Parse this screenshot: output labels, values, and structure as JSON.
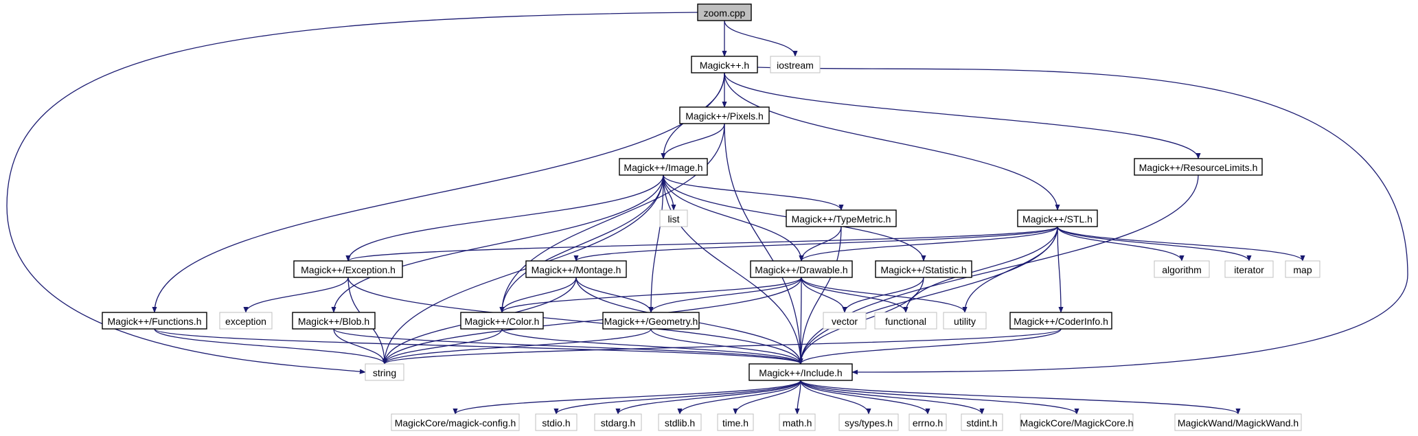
{
  "colors": {
    "edge": "#191970",
    "internal_border": "#000000",
    "external_border": "#bfbfbf",
    "root_fill": "#bfbfbf",
    "node_fill": "#ffffff"
  },
  "nodes": [
    {
      "id": "zoom",
      "label": "zoom.cpp",
      "kind": "root"
    },
    {
      "id": "magick",
      "label": "Magick++.h",
      "kind": "internal"
    },
    {
      "id": "iostream",
      "label": "iostream",
      "kind": "external"
    },
    {
      "id": "pixels",
      "label": "Magick++/Pixels.h",
      "kind": "internal"
    },
    {
      "id": "image",
      "label": "Magick++/Image.h",
      "kind": "internal"
    },
    {
      "id": "reslimits",
      "label": "Magick++/ResourceLimits.h",
      "kind": "internal"
    },
    {
      "id": "list",
      "label": "list",
      "kind": "external"
    },
    {
      "id": "typemetric",
      "label": "Magick++/TypeMetric.h",
      "kind": "internal"
    },
    {
      "id": "stl",
      "label": "Magick++/STL.h",
      "kind": "internal"
    },
    {
      "id": "exception",
      "label": "Magick++/Exception.h",
      "kind": "internal"
    },
    {
      "id": "montage",
      "label": "Magick++/Montage.h",
      "kind": "internal"
    },
    {
      "id": "drawable",
      "label": "Magick++/Drawable.h",
      "kind": "internal"
    },
    {
      "id": "statistic",
      "label": "Magick++/Statistic.h",
      "kind": "internal"
    },
    {
      "id": "algorithm",
      "label": "algorithm",
      "kind": "external"
    },
    {
      "id": "iterator",
      "label": "iterator",
      "kind": "external"
    },
    {
      "id": "map",
      "label": "map",
      "kind": "external"
    },
    {
      "id": "functions",
      "label": "Magick++/Functions.h",
      "kind": "internal"
    },
    {
      "id": "exceptionstd",
      "label": "exception",
      "kind": "external"
    },
    {
      "id": "blob",
      "label": "Magick++/Blob.h",
      "kind": "internal"
    },
    {
      "id": "color",
      "label": "Magick++/Color.h",
      "kind": "internal"
    },
    {
      "id": "geometry",
      "label": "Magick++/Geometry.h",
      "kind": "internal"
    },
    {
      "id": "vector",
      "label": "vector",
      "kind": "external"
    },
    {
      "id": "functional",
      "label": "functional",
      "kind": "external"
    },
    {
      "id": "utility",
      "label": "utility",
      "kind": "external"
    },
    {
      "id": "coderinfo",
      "label": "Magick++/CoderInfo.h",
      "kind": "internal"
    },
    {
      "id": "string",
      "label": "string",
      "kind": "external"
    },
    {
      "id": "include",
      "label": "Magick++/Include.h",
      "kind": "internal"
    },
    {
      "id": "mconfig",
      "label": "MagickCore/magick-config.h",
      "kind": "external"
    },
    {
      "id": "stdio",
      "label": "stdio.h",
      "kind": "external"
    },
    {
      "id": "stdarg",
      "label": "stdarg.h",
      "kind": "external"
    },
    {
      "id": "stdlib",
      "label": "stdlib.h",
      "kind": "external"
    },
    {
      "id": "time",
      "label": "time.h",
      "kind": "external"
    },
    {
      "id": "math",
      "label": "math.h",
      "kind": "external"
    },
    {
      "id": "systypes",
      "label": "sys/types.h",
      "kind": "external"
    },
    {
      "id": "errno",
      "label": "errno.h",
      "kind": "external"
    },
    {
      "id": "stdint",
      "label": "stdint.h",
      "kind": "external"
    },
    {
      "id": "magickcore",
      "label": "MagickCore/MagickCore.h",
      "kind": "external"
    },
    {
      "id": "magickwand",
      "label": "MagickWand/MagickWand.h",
      "kind": "external"
    }
  ],
  "edges": [
    [
      "zoom",
      "magick"
    ],
    [
      "zoom",
      "iostream"
    ],
    [
      "zoom",
      "string"
    ],
    [
      "magick",
      "pixels"
    ],
    [
      "magick",
      "image"
    ],
    [
      "magick",
      "functions"
    ],
    [
      "magick",
      "reslimits"
    ],
    [
      "magick",
      "stl"
    ],
    [
      "magick",
      "include"
    ],
    [
      "pixels",
      "image"
    ],
    [
      "pixels",
      "color"
    ],
    [
      "pixels",
      "include"
    ],
    [
      "image",
      "list"
    ],
    [
      "image",
      "typemetric"
    ],
    [
      "image",
      "exception"
    ],
    [
      "image",
      "drawable"
    ],
    [
      "image",
      "statistic"
    ],
    [
      "image",
      "blob"
    ],
    [
      "image",
      "color"
    ],
    [
      "image",
      "geometry"
    ],
    [
      "image",
      "string"
    ],
    [
      "image",
      "include"
    ],
    [
      "reslimits",
      "include"
    ],
    [
      "typemetric",
      "drawable"
    ],
    [
      "typemetric",
      "include"
    ],
    [
      "stl",
      "exception"
    ],
    [
      "stl",
      "montage"
    ],
    [
      "stl",
      "drawable"
    ],
    [
      "stl",
      "algorithm"
    ],
    [
      "stl",
      "iterator"
    ],
    [
      "stl",
      "map"
    ],
    [
      "stl",
      "functional"
    ],
    [
      "stl",
      "utility"
    ],
    [
      "stl",
      "coderinfo"
    ],
    [
      "stl",
      "include"
    ],
    [
      "exception",
      "exceptionstd"
    ],
    [
      "exception",
      "string"
    ],
    [
      "exception",
      "include"
    ],
    [
      "montage",
      "color"
    ],
    [
      "montage",
      "geometry"
    ],
    [
      "montage",
      "string"
    ],
    [
      "montage",
      "include"
    ],
    [
      "drawable",
      "color"
    ],
    [
      "drawable",
      "geometry"
    ],
    [
      "drawable",
      "vector"
    ],
    [
      "drawable",
      "functional"
    ],
    [
      "drawable",
      "utility"
    ],
    [
      "drawable",
      "string"
    ],
    [
      "drawable",
      "include"
    ],
    [
      "statistic",
      "vector"
    ],
    [
      "statistic",
      "include"
    ],
    [
      "functions",
      "string"
    ],
    [
      "functions",
      "include"
    ],
    [
      "blob",
      "string"
    ],
    [
      "blob",
      "include"
    ],
    [
      "color",
      "string"
    ],
    [
      "color",
      "include"
    ],
    [
      "geometry",
      "string"
    ],
    [
      "geometry",
      "include"
    ],
    [
      "coderinfo",
      "string"
    ],
    [
      "coderinfo",
      "include"
    ],
    [
      "include",
      "mconfig"
    ],
    [
      "include",
      "stdio"
    ],
    [
      "include",
      "stdarg"
    ],
    [
      "include",
      "stdlib"
    ],
    [
      "include",
      "time"
    ],
    [
      "include",
      "math"
    ],
    [
      "include",
      "systypes"
    ],
    [
      "include",
      "errno"
    ],
    [
      "include",
      "stdint"
    ],
    [
      "include",
      "magickcore"
    ],
    [
      "include",
      "magickwand"
    ]
  ]
}
